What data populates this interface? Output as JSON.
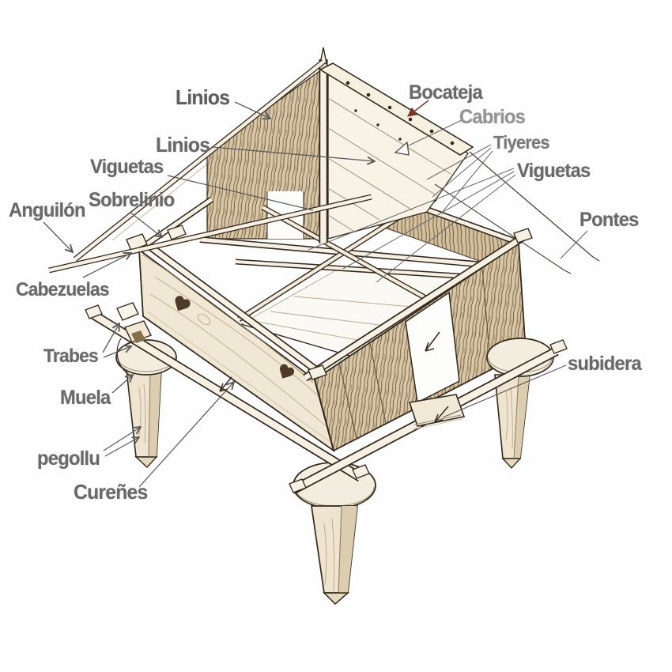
{
  "colors": {
    "background": "#fefefe",
    "ink": "#33291d",
    "label_gray": "#696969",
    "accent_red_arrow": "#7c352a",
    "wood_light": "#f1e9d7",
    "wood_mid": "#d7c6a6"
  },
  "labels": [
    {
      "id": "linios-upper",
      "text": "Linios"
    },
    {
      "id": "linios-lower",
      "text": "Linios"
    },
    {
      "id": "viguetas-left",
      "text": "Viguetas"
    },
    {
      "id": "sobrelinio",
      "text": "Sobrelinio"
    },
    {
      "id": "anguilon",
      "text": "Anguilón"
    },
    {
      "id": "cabezuelas",
      "text": "Cabezuelas"
    },
    {
      "id": "trabes",
      "text": "Trabes"
    },
    {
      "id": "muela",
      "text": "Muela"
    },
    {
      "id": "pegollu",
      "text": "pegollu"
    },
    {
      "id": "curenes",
      "text": "Cureñes"
    },
    {
      "id": "bocateja",
      "text": "Bocateja"
    },
    {
      "id": "cabrios",
      "text": "Cabrios"
    },
    {
      "id": "tiyeres",
      "text": "Tiyeres"
    },
    {
      "id": "viguetas-right",
      "text": "Viguetas"
    },
    {
      "id": "pontes",
      "text": "Pontes"
    },
    {
      "id": "subidera",
      "text": "subidera"
    }
  ]
}
